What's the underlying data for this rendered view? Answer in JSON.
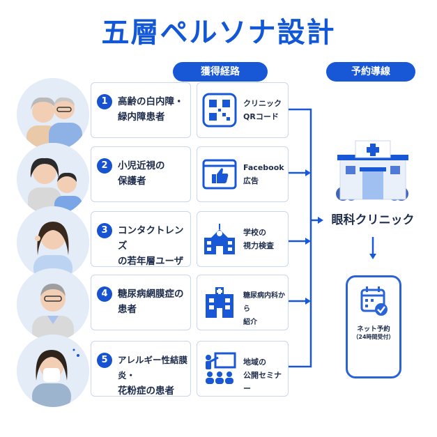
{
  "title": "五層ペルソナ設計",
  "headers": {
    "acquisition": "獲得経路",
    "funnel": "予約導線"
  },
  "personas": [
    {
      "number": "1",
      "line1": "高齢の白内障・",
      "line2": "緑内障患者",
      "channel_line1": "クリニック",
      "channel_line2": "QRコード",
      "channel_icon": "qr-code-icon"
    },
    {
      "number": "2",
      "line1": "小児近視の",
      "line2": "保護者",
      "channel_line1": "Facebook",
      "channel_line2": "広告",
      "channel_icon": "facebook-like-icon"
    },
    {
      "number": "3",
      "line1": "コンタクトレンズ",
      "line2": "の若年層ユーザー",
      "channel_line1": "学校の",
      "channel_line2": "視力検査",
      "channel_icon": "school-icon"
    },
    {
      "number": "4",
      "line1": "糖尿病網膜症の",
      "line2": "患者",
      "channel_line1": "糖尿病内科から",
      "channel_line2": "紹介",
      "channel_icon": "hospital-icon"
    },
    {
      "number": "5",
      "line1": "アレルギー性結膜炎・",
      "line2": "花粉症の患者",
      "channel_line1": "地域の",
      "channel_line2": "公開セミナー",
      "channel_icon": "seminar-icon"
    }
  ],
  "clinic": {
    "label": "眼科クリニック",
    "icon": "clinic-building-icon"
  },
  "booking": {
    "line1": "ネット予約",
    "line2": "（24時間受付）",
    "icon": "smartphone-calendar-icon"
  },
  "colors": {
    "primary": "#1857d6",
    "text": "#1d2c4a",
    "border": "#c8d6ee"
  }
}
